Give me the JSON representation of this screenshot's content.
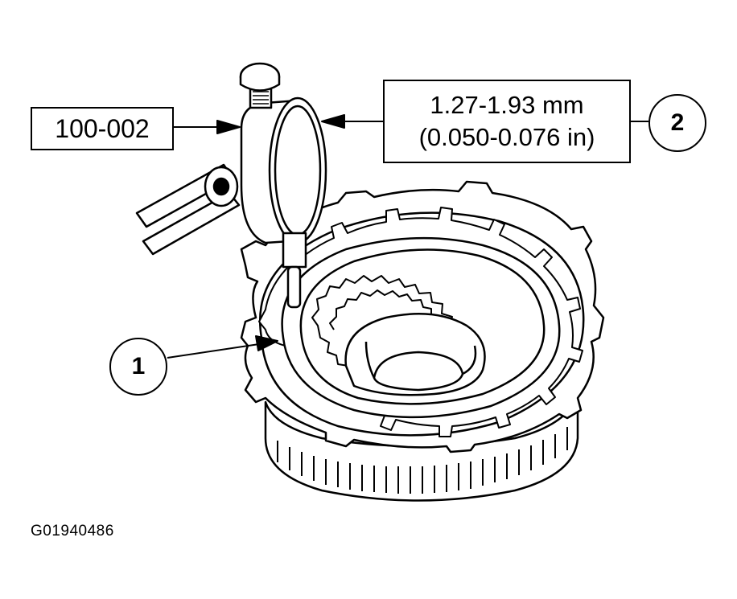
{
  "callouts": {
    "tool_number": "100-002",
    "spec_mm": "1.27-1.93 mm",
    "spec_in": "(0.050-0.076 in)",
    "item_2": "2",
    "item_1": "1"
  },
  "figure_id": "G01940486"
}
